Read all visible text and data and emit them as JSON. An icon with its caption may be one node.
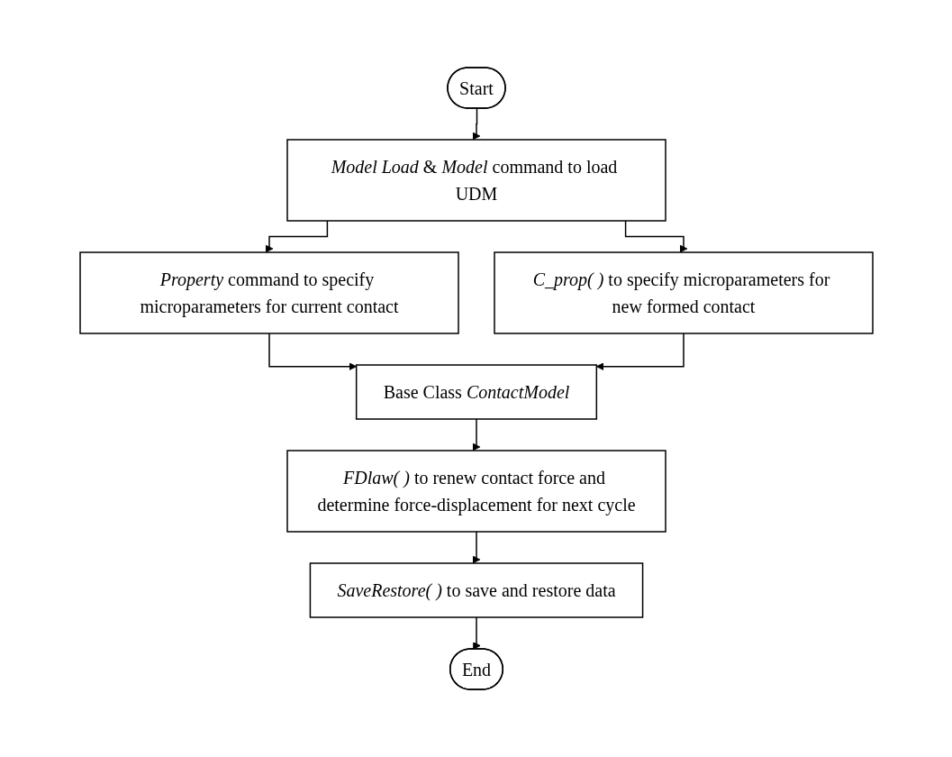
{
  "diagram": {
    "nodes": [
      {
        "text": [
          "Start"
        ]
      },
      {
        "text": [
          "*Model Load* & *Model* command to load UDM"
        ]
      },
      {
        "text": [
          "*Property* command to specify microparameters for current contact"
        ]
      },
      {
        "text": [
          "*C_prop( )* to specify microparameters for new formed contact"
        ]
      },
      {
        "text": [
          "Base Class *ContactModel*"
        ]
      },
      {
        "text": [
          "*FDlaw( )* to renew contact force and determine force-displacement for next cycle"
        ]
      },
      {
        "text": [
          "*SaveRestore( )* to save and restore data"
        ]
      },
      {
        "text": [
          "End"
        ]
      }
    ],
    "edges": [
      {
        "from": 0,
        "to": 1,
        "arrow": "to"
      },
      {
        "from": 1,
        "to": 2,
        "arrow": "to"
      },
      {
        "from": 1,
        "to": 3,
        "arrow": "to"
      },
      {
        "from": 2,
        "to": 4,
        "arrow": "to"
      },
      {
        "from": 3,
        "to": 4,
        "arrow": "to"
      },
      {
        "from": 4,
        "to": 5,
        "arrow": "to"
      },
      {
        "from": 5,
        "to": 6,
        "arrow": "to"
      },
      {
        "from": 6,
        "to": 7,
        "arrow": "to"
      }
    ]
  }
}
